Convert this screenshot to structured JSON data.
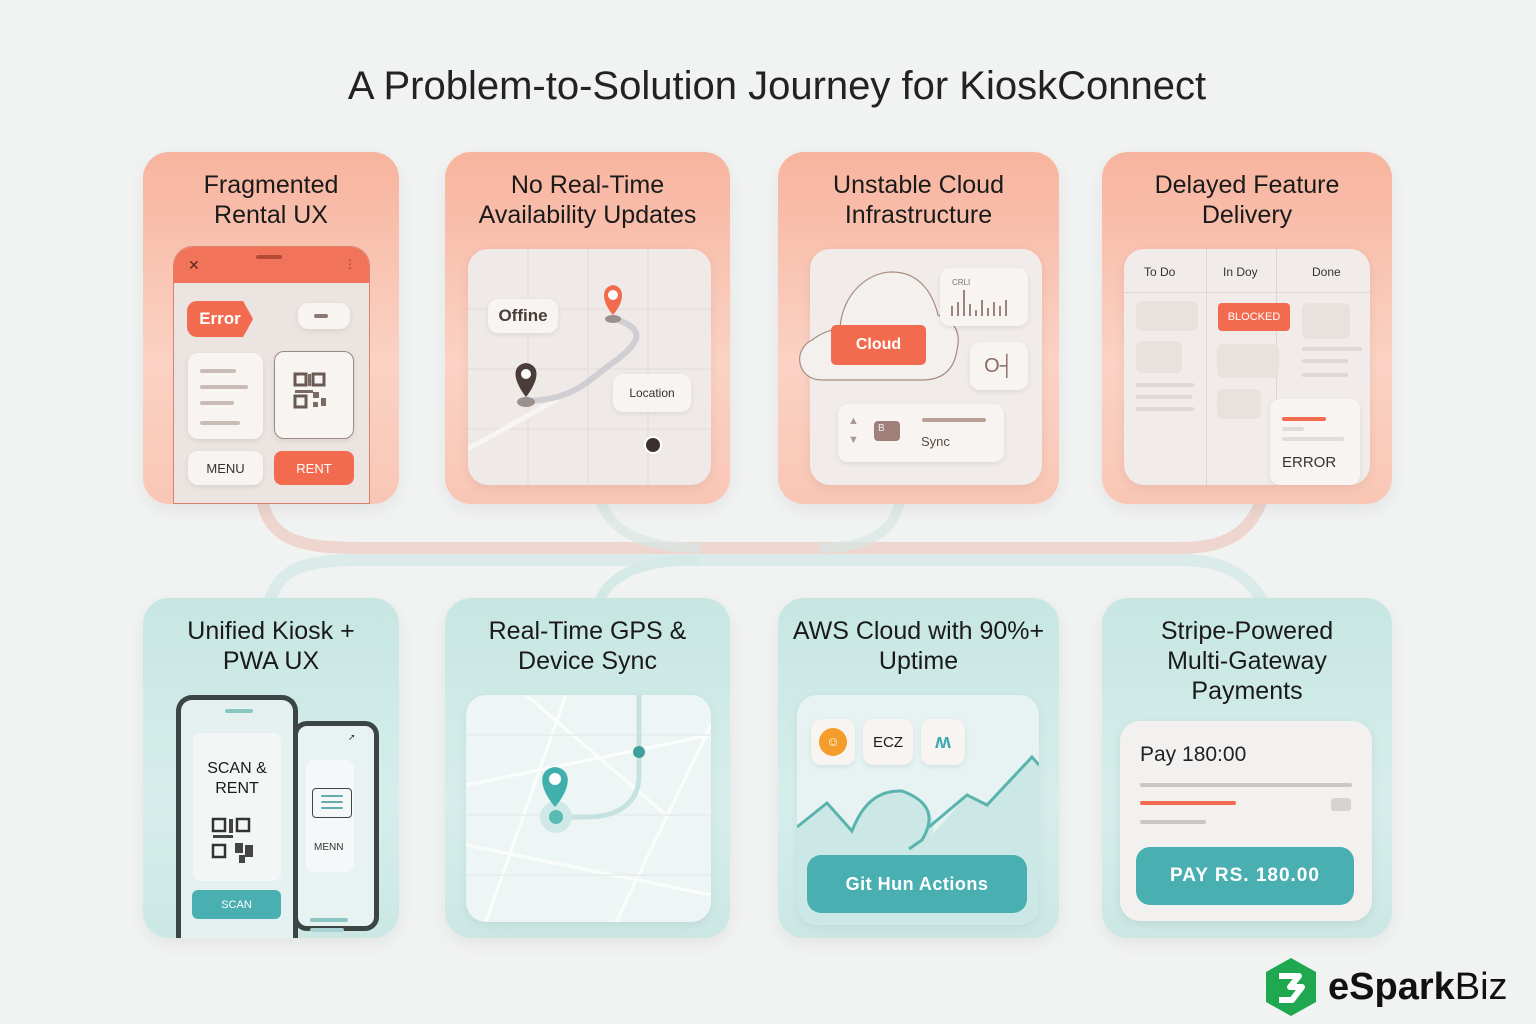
{
  "title": "A Problem-to-Solution Journey for KioskConnect",
  "colors": {
    "problem": "#f26b4f",
    "solution": "#4aafb0"
  },
  "problems": [
    {
      "title": "Fragmented Rental UX",
      "error_label": "Error",
      "menu_label": "MENU",
      "rent_label": "RENT"
    },
    {
      "title": "No Real-Time Availability Updates",
      "offline_label": "Offine",
      "location_label": "Location"
    },
    {
      "title": "Unstable Cloud Infrastructure",
      "cloud_label": "Cloud",
      "cpu_label": "CRLI",
      "sync_label": "Sync",
      "chip_label": "B"
    },
    {
      "title": "Delayed Feature Delivery",
      "columns": [
        "To Do",
        "In Doy",
        "Done"
      ],
      "blocked_label": "BLOCKED",
      "error_label": "ERROR"
    }
  ],
  "solutions": [
    {
      "title": "Unified Kiosk + PWA UX",
      "scan_rent_label": "SCAN & RENT",
      "scan_label": "SCAN",
      "menu_label": "MENN"
    },
    {
      "title": "Real-Time GPS & Device Sync"
    },
    {
      "title": "AWS Cloud with 90%+ Uptime",
      "badge_label": "ECZ",
      "action_label": "Git Hun Actions"
    },
    {
      "title": "Stripe-Powered Multi-Gateway Payments",
      "amount_label": "Pay 180:00",
      "pay_button": "PAY RS. 180.00"
    }
  ],
  "logo": {
    "text_bold": "eSpark",
    "text_light": "Biz"
  }
}
